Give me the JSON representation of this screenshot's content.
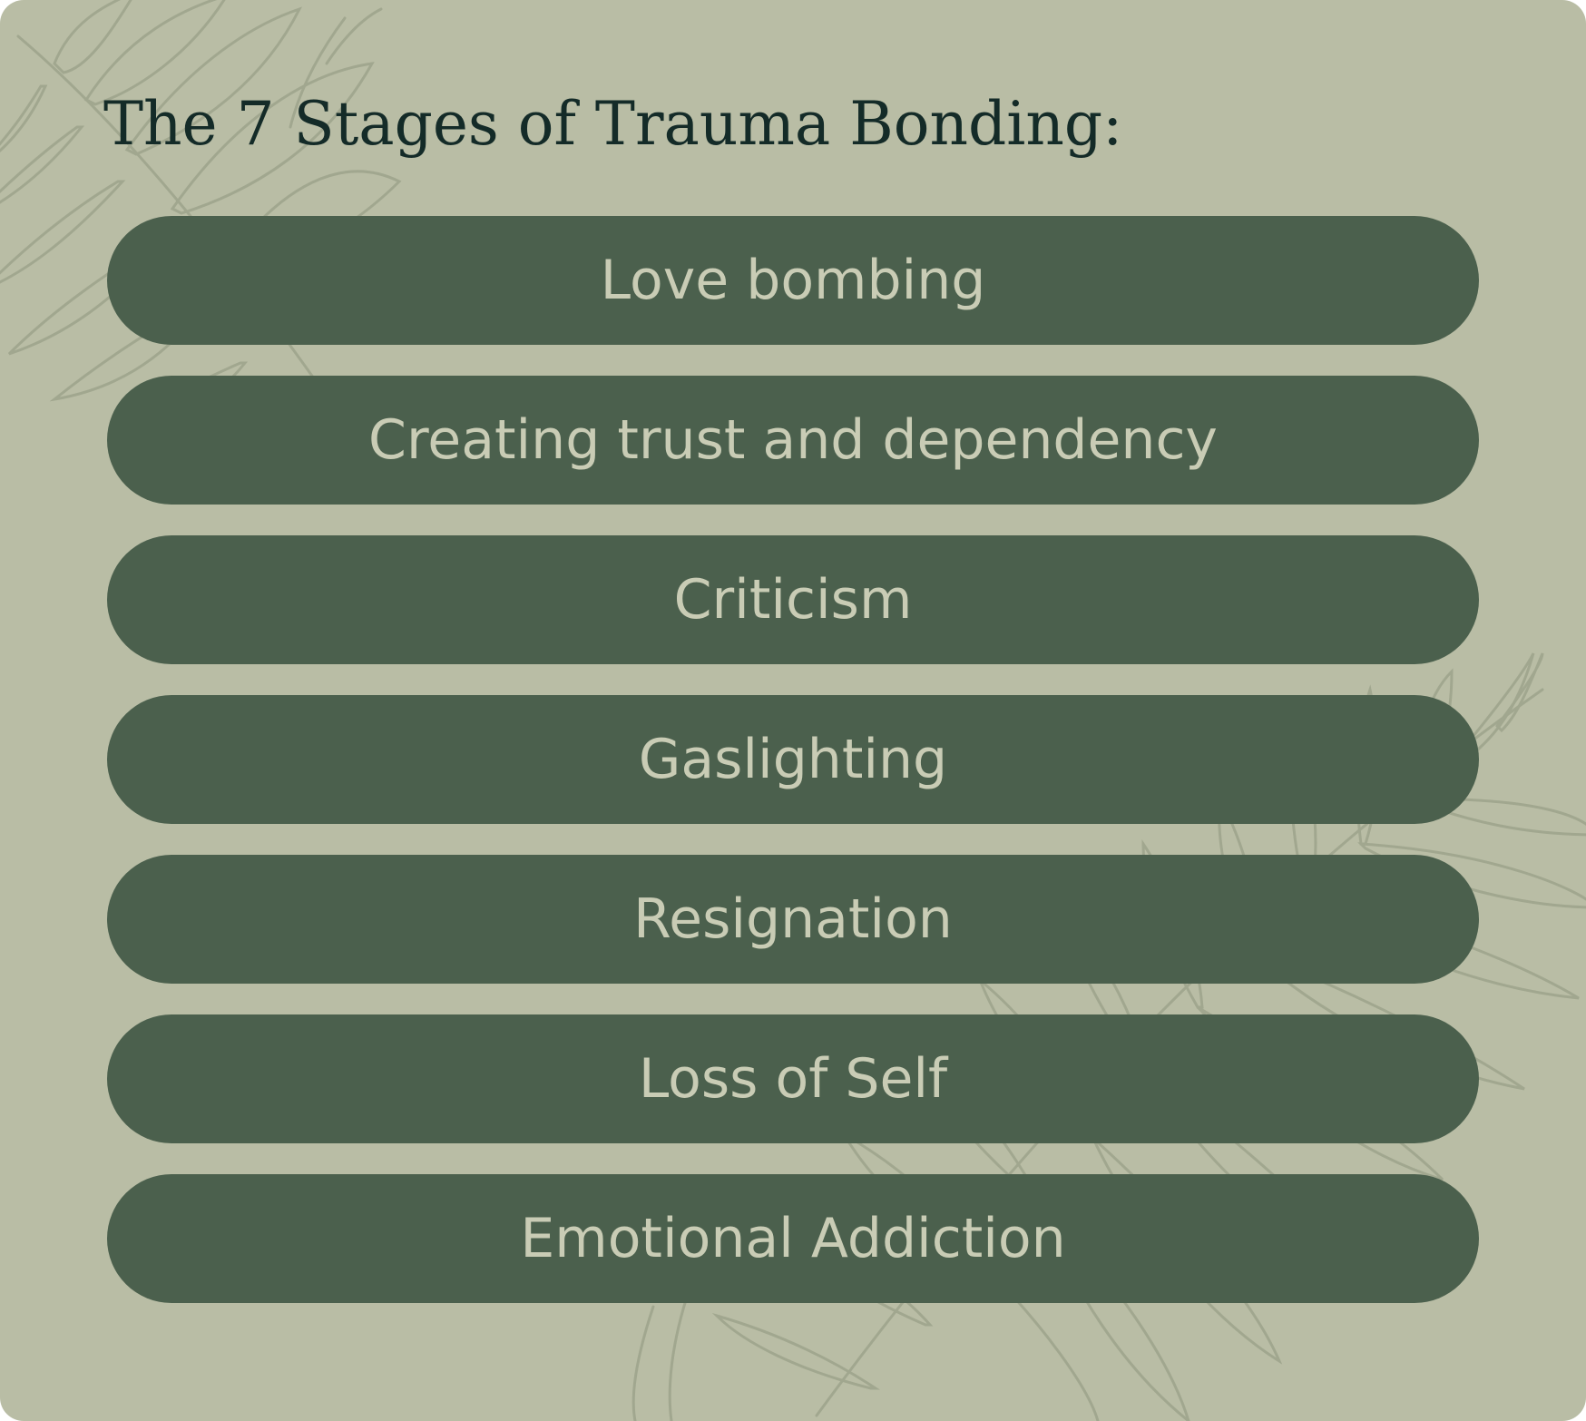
{
  "title": "The 7 Stages of Trauma Bonding:",
  "stages": [
    {
      "label": "Love bombing"
    },
    {
      "label": "Creating trust and dependency"
    },
    {
      "label": "Criticism"
    },
    {
      "label": "Gaslighting"
    },
    {
      "label": "Resignation"
    },
    {
      "label": "Loss of Self"
    },
    {
      "label": "Emotional Addiction"
    }
  ],
  "colors": {
    "background": "#b9bda5",
    "pill": "#4b604d",
    "pill_text": "#c9ccb5",
    "title": "#142b28",
    "leaf_outline": "#a1a78f"
  },
  "decorations": [
    "palm-leaf-top-left",
    "palm-leaf-bottom-right"
  ]
}
